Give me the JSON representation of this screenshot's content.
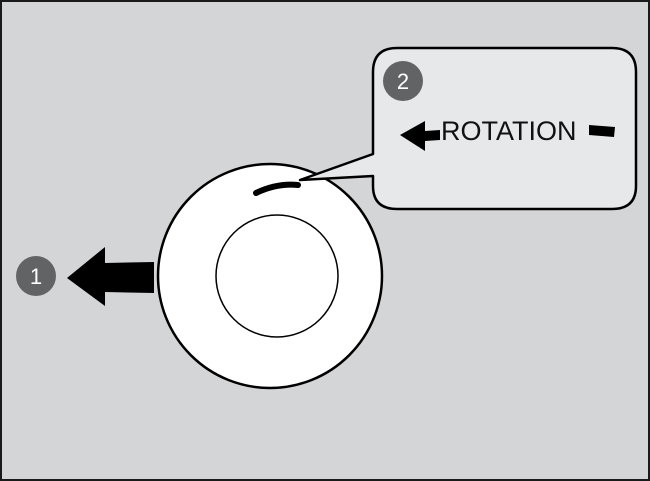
{
  "steps": [
    {
      "number": "1",
      "action": "pull-left-arrow-icon"
    },
    {
      "number": "2",
      "action": "rotate-arrow-icon"
    }
  ],
  "callout": {
    "text": "ROTATION"
  },
  "colors": {
    "background": "#d4d5d7",
    "panel_border": "#1a1a1a",
    "badge": "#616365",
    "callout_fill": "#e7e8ea",
    "knob_fill": "#ffffff",
    "ink": "#000000"
  }
}
